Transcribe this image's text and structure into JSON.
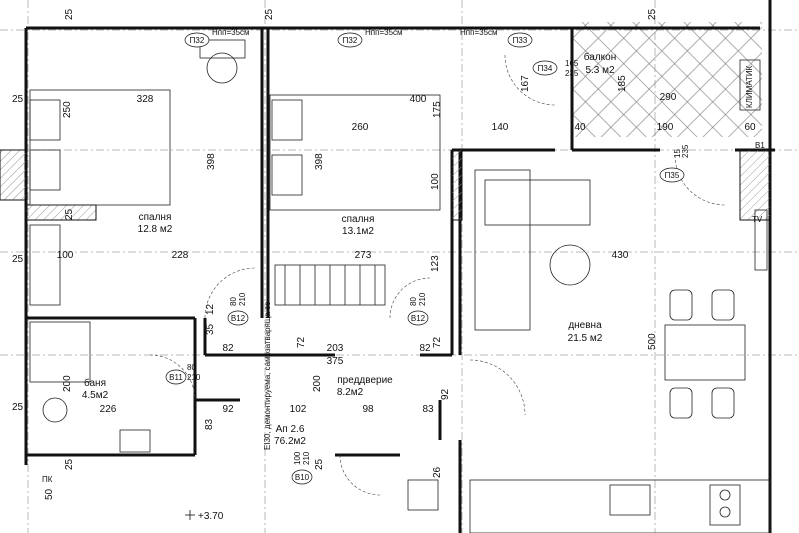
{
  "rooms": {
    "bedroom1": {
      "name": "спалня",
      "area": "12.8 м2"
    },
    "bedroom2": {
      "name": "спалня",
      "area": "13.1м2"
    },
    "balcony": {
      "name": "балкон",
      "area": "5.3 м2"
    },
    "living": {
      "name": "дневна",
      "area": "21.5 м2"
    },
    "bath": {
      "name": "баня",
      "area": "4.5м2"
    },
    "hall": {
      "name": "преддверие",
      "area": "8.2м2"
    }
  },
  "apartment": {
    "id": "Ап 2.6",
    "area": "76.2м2"
  },
  "level": "+3.70",
  "notes": {
    "sill1": "Нпп=35см",
    "sill2": "Нпп=35см",
    "sill3": "Нпп=35см",
    "e130": "ЕI30, демонтируема, самозатваряща се",
    "pk": "ПК",
    "tv": "TV",
    "vent": "КЛИМАТИК"
  },
  "tags": {
    "p132a": "П32",
    "p132b": "П32",
    "p133": "П33",
    "p134": "П34",
    "p135": "П35",
    "b11": "В11",
    "b12a": "В12",
    "b12b": "В12",
    "b10": "В10",
    "b1": "В1"
  },
  "dims": {
    "d328": "328",
    "d400": "400",
    "d260": "260",
    "d398a": "398",
    "d398b": "398",
    "d250": "250",
    "d228": "228",
    "d100a": "100",
    "d273": "273",
    "d100b": "100",
    "d123": "123",
    "d140": "140",
    "d167": "167",
    "d175": "175",
    "d185": "185",
    "d290": "290",
    "d40": "40",
    "d190": "190",
    "d60": "60",
    "d430": "430",
    "d500": "500",
    "d82a": "82",
    "d203": "203",
    "d82b": "82",
    "d375": "375",
    "d72a": "72",
    "d72b": "72",
    "d35": "35",
    "d12": "12",
    "d200a": "200",
    "d200b": "200",
    "d226": "226",
    "d92": "92",
    "d102": "102",
    "d98": "98",
    "d83a": "83",
    "d83b": "83",
    "d92b": "92",
    "d25a": "25",
    "d25b": "25",
    "d25c": "25",
    "d25d": "25",
    "d25e": "25",
    "d25f": "25",
    "d25g": "25",
    "d25h": "25",
    "d25i": "25",
    "d26": "26",
    "d50": "50",
    "d165": "165",
    "d235a": "235",
    "d235b": "235",
    "d15": "15",
    "d80a": "80",
    "d210a": "210",
    "d80b": "80",
    "d210b": "210",
    "d80c": "80",
    "d210c": "210",
    "d100c": "100",
    "d210d": "210"
  }
}
